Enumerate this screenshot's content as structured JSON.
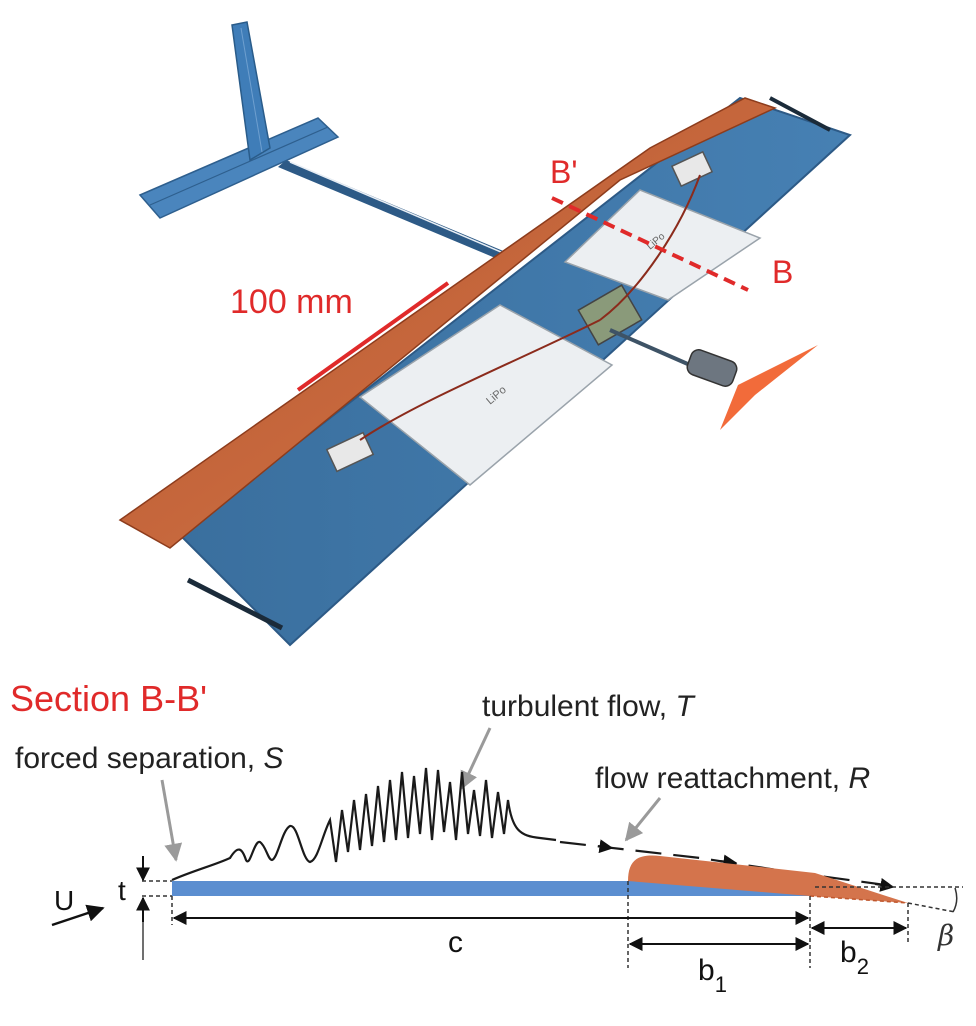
{
  "photo": {
    "scale_label": "100 mm",
    "section_start": "B'",
    "section_end": "B"
  },
  "section": {
    "title": "Section B-B'",
    "forced_separation_text": "forced separation, ",
    "forced_separation_symbol": "S",
    "turbulent_text": "turbulent flow, ",
    "turbulent_symbol": "T",
    "reattachment_text": "flow reattachment, ",
    "reattachment_symbol": "R",
    "freestream": "U",
    "thickness": "t",
    "chord": "c",
    "b1_base": "b",
    "b1_sub": "1",
    "b2_base": "b",
    "b2_sub": "2",
    "angle": "β"
  },
  "colors": {
    "accent_red": "#e02a2a",
    "wing_blue": "#3a73a5",
    "flap_copper": "#c8643a",
    "plate_blue": "#5b8ed0"
  }
}
